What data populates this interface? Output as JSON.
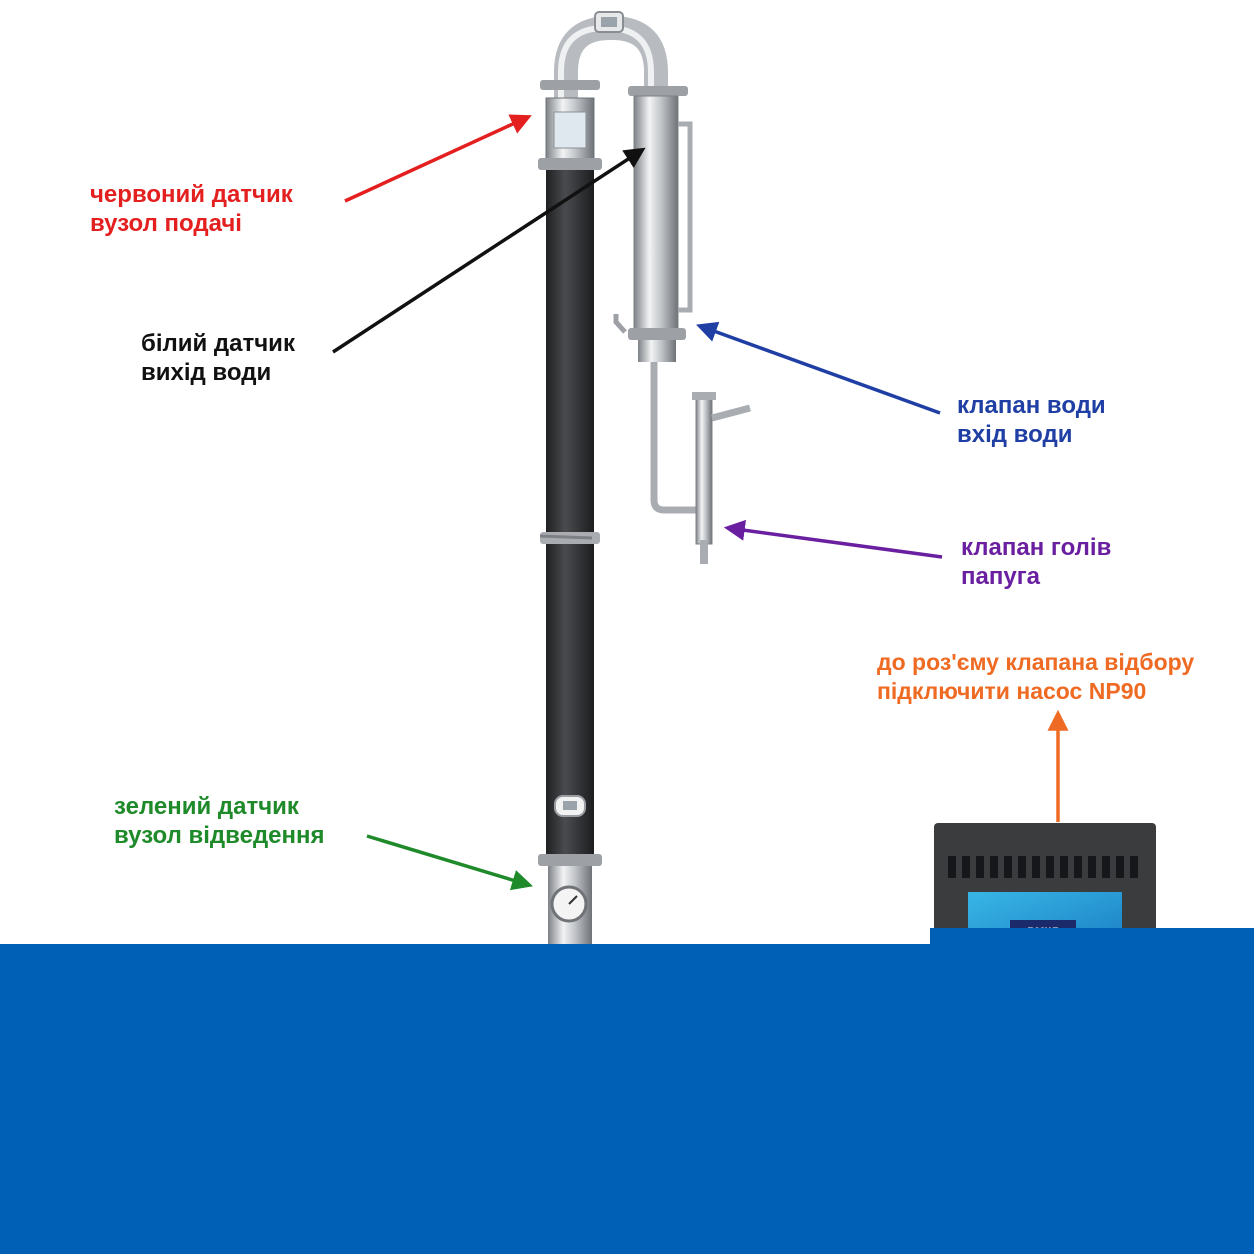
{
  "labels": {
    "red": {
      "line1": "червоний датчик",
      "line2": "вузол подачі"
    },
    "white": {
      "line1": "білий датчик",
      "line2": "вихід води"
    },
    "blue": {
      "line1": "клапан води",
      "line2": "вхід води"
    },
    "purple": {
      "line1": "клапан голів",
      "line2": "папуга"
    },
    "orange": {
      "line1": "до роз'єму клапана відбору",
      "line2": "підключити насос NP90"
    },
    "green": {
      "line1": "зелений датчик",
      "line2": "вузол відведення"
    }
  },
  "controller": {
    "screen_text": "ВМКЛ"
  },
  "colors": {
    "red": "#e3201f",
    "white_label": "#111111",
    "blue": "#1f3fa4",
    "purple": "#6a1fa0",
    "orange": "#ef6a23",
    "green": "#1f8a2a",
    "band": "#0060b5",
    "steel": "#c9ccd0",
    "insulation": "#3a3b3d"
  }
}
